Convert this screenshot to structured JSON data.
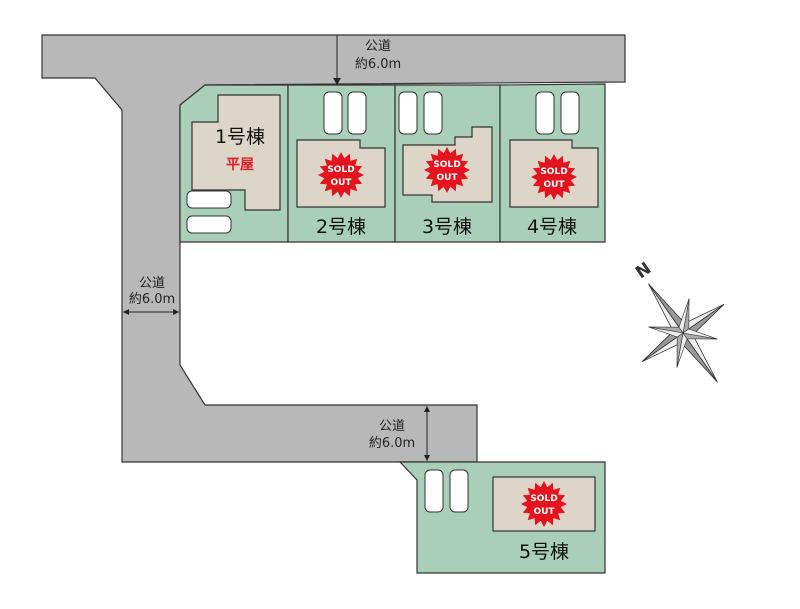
{
  "roads": [
    {
      "name": "公道",
      "width": "約6.0m"
    },
    {
      "name": "公道",
      "width": "約6.0m"
    },
    {
      "name": "公道",
      "width": "約6.0m"
    }
  ],
  "lots": [
    {
      "label": "1号棟",
      "sub": "平屋",
      "sold_out": false
    },
    {
      "label": "2号棟",
      "sold_out": true
    },
    {
      "label": "3号棟",
      "sold_out": true
    },
    {
      "label": "4号棟",
      "sold_out": true
    },
    {
      "label": "5号棟",
      "sold_out": true
    }
  ],
  "sold_badge": {
    "line1": "SOLD",
    "line2": "OUT"
  },
  "compass": {
    "label": "N"
  },
  "colors": {
    "road": "#b8b8b8",
    "lot": "#a9cfb8",
    "building": "#ddd6c8",
    "sold_badge": "#e3141e"
  }
}
